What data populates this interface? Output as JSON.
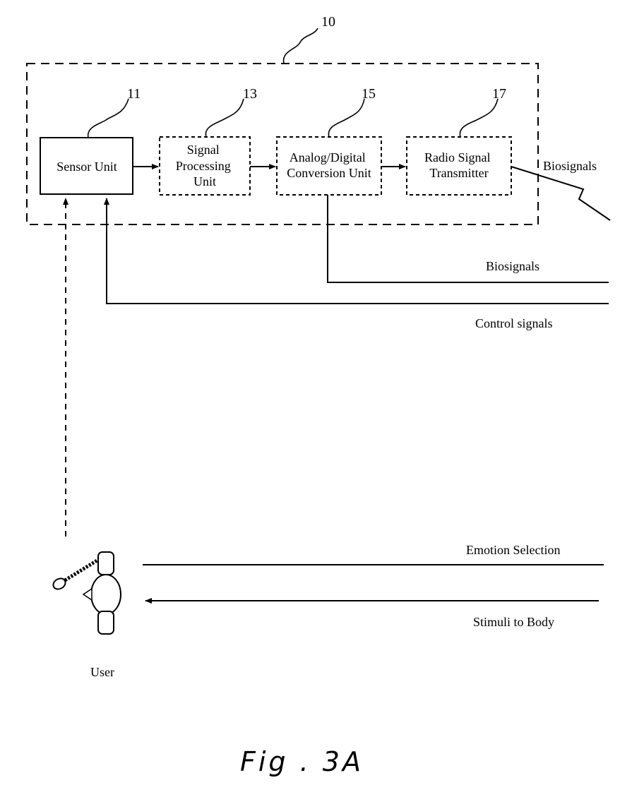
{
  "references": {
    "system": "10",
    "sensor": "11",
    "signal_processing": "13",
    "adc": "15",
    "radio": "17"
  },
  "blocks": {
    "sensor_unit": [
      "Sensor Unit"
    ],
    "signal_processing_unit": [
      "Signal",
      "Processing",
      "Unit"
    ],
    "adc_unit": [
      "Analog/Digital",
      "Conversion Unit"
    ],
    "radio_transmitter": [
      "Radio Signal",
      "Transmitter"
    ]
  },
  "signals": {
    "biosignals_radio": "Biosignals",
    "biosignals_wired": "Biosignals",
    "control_signals": "Control signals",
    "emotion_selection": "Emotion Selection",
    "stimuli_to_body": "Stimuli to Body"
  },
  "user_label": "User",
  "figure_label": "Fig . 3A"
}
